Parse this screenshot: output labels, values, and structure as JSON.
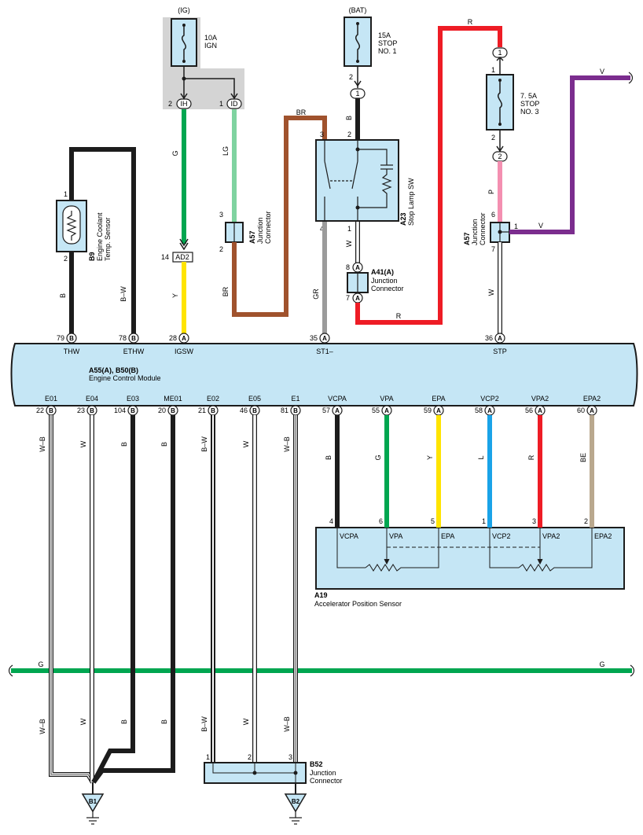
{
  "colors": {
    "box_fill": "#c5e6f5",
    "grey_fill": "#d4d4d4",
    "black": "#1c1c1c",
    "green": "#00a650",
    "light_green": "#7fd3a0",
    "brown": "#a0522d",
    "grey_wire": "#9b9b9b",
    "red": "#ee1c25",
    "violet": "#7b2d8e",
    "pink": "#f48fb1",
    "yellow": "#ffe400",
    "blue": "#1aa3e8",
    "beige": "#b9a88e"
  },
  "supplies": {
    "ig": "(IG)",
    "bat": "(BAT)"
  },
  "fuses": {
    "ign": [
      "10A",
      "IGN"
    ],
    "stop1": [
      "15A",
      "STOP",
      "NO. 1"
    ],
    "stop3": [
      "7. 5A",
      "STOP",
      "NO. 3"
    ]
  },
  "components": {
    "b9": {
      "code": "B9",
      "name1": "Engine Coolant",
      "name2": "Temp. Sensor",
      "pin1": "1",
      "pin2": "2"
    },
    "a57_left": {
      "code": "A57",
      "name1": "Junction",
      "name2": "Connector",
      "pin3": "3",
      "pin2": "2"
    },
    "a57_right": {
      "code": "A57",
      "name1": "Junction",
      "name2": "Connector",
      "pin6": "6",
      "pin7": "7",
      "pin1": "1"
    },
    "a23": {
      "code": "A23",
      "name": "Stop Lamp SW",
      "pin3": "3",
      "pin2": "2",
      "pin4": "4",
      "pin1": "1"
    },
    "a41": {
      "code": "A41(A)",
      "name1": "Junction",
      "name2": "Connector",
      "pin8": "8",
      "pin7": "7",
      "circle": "A"
    },
    "a19": {
      "code": "A19",
      "name": "Accelerator Position Sensor",
      "terms": [
        "VCPA",
        "VPA",
        "EPA",
        "VCP2",
        "VPA2",
        "EPA2"
      ],
      "pins": [
        "4",
        "6",
        "5",
        "1",
        "3",
        "2"
      ]
    },
    "b52": {
      "code": "B52",
      "name1": "Junction",
      "name2": "Connector",
      "pins": [
        "1",
        "2",
        "3"
      ]
    },
    "ecm": {
      "code": "A55(A), B50(B)",
      "name": "Engine Control Module"
    }
  },
  "ig_connectors": {
    "ih": "IH",
    "id": "ID",
    "ih_pin": "2",
    "id_pin": "1",
    "ad2": "AD2",
    "ad2_pin": "14"
  },
  "ecm_top_pins": [
    {
      "num": "79",
      "cir": "B",
      "label": "THW"
    },
    {
      "num": "78",
      "cir": "B",
      "label": "ETHW"
    },
    {
      "num": "28",
      "cir": "A",
      "label": "IGSW"
    },
    {
      "num": "35",
      "cir": "A",
      "label": "ST1–"
    },
    {
      "num": "36",
      "cir": "A",
      "label": "STP"
    }
  ],
  "ecm_bottom_pins": [
    {
      "num": "22",
      "cir": "B",
      "label": "E01",
      "wire": "W–B"
    },
    {
      "num": "23",
      "cir": "B",
      "label": "E04",
      "wire": "W"
    },
    {
      "num": "104",
      "cir": "B",
      "label": "E03",
      "wire": "B"
    },
    {
      "num": "20",
      "cir": "B",
      "label": "ME01",
      "wire": "B"
    },
    {
      "num": "21",
      "cir": "B",
      "label": "E02",
      "wire": "B–W"
    },
    {
      "num": "46",
      "cir": "B",
      "label": "E05",
      "wire": "W"
    },
    {
      "num": "81",
      "cir": "B",
      "label": "E1",
      "wire": "W–B"
    },
    {
      "num": "57",
      "cir": "A",
      "label": "VCPA",
      "wire": "B"
    },
    {
      "num": "55",
      "cir": "A",
      "label": "VPA",
      "wire": "G"
    },
    {
      "num": "59",
      "cir": "A",
      "label": "EPA",
      "wire": "Y"
    },
    {
      "num": "58",
      "cir": "A",
      "label": "VCP2",
      "wire": "L"
    },
    {
      "num": "56",
      "cir": "A",
      "label": "VPA2",
      "wire": "R"
    },
    {
      "num": "60",
      "cir": "A",
      "label": "EPA2",
      "wire": "BE"
    }
  ],
  "wire_labels": {
    "g": "G",
    "lg": "LG",
    "y": "Y",
    "br": "BR",
    "br2": "BR",
    "b_b9": "B",
    "bw_b9": "B–W",
    "b_a23": "B",
    "gr": "GR",
    "w_a23": "W",
    "r_top": "R",
    "r_mid": "R",
    "p": "P",
    "v_top": "V",
    "v_mid": "V",
    "w_stp": "W",
    "g_bus_l": "G",
    "g_bus_r": "G",
    "low_wb1": "W–B",
    "low_w1": "W",
    "low_b1": "B",
    "low_b2": "B",
    "low_bw": "B–W",
    "low_w2": "W",
    "low_wb2": "W–B"
  },
  "pin_nums": {
    "ig_fuse_pin": "",
    "stop1_pin": "2",
    "stop1_cir": "1",
    "stop3_top_pin": "1",
    "stop3_bot_pin": "2",
    "stop3_top_cir": "1",
    "stop3_bot_cir": "2",
    "stop3_top_cir_lbl": "1",
    "a41_8": "8",
    "a41_7": "7"
  },
  "grounds": {
    "b1": "B1",
    "b2": "B2"
  }
}
